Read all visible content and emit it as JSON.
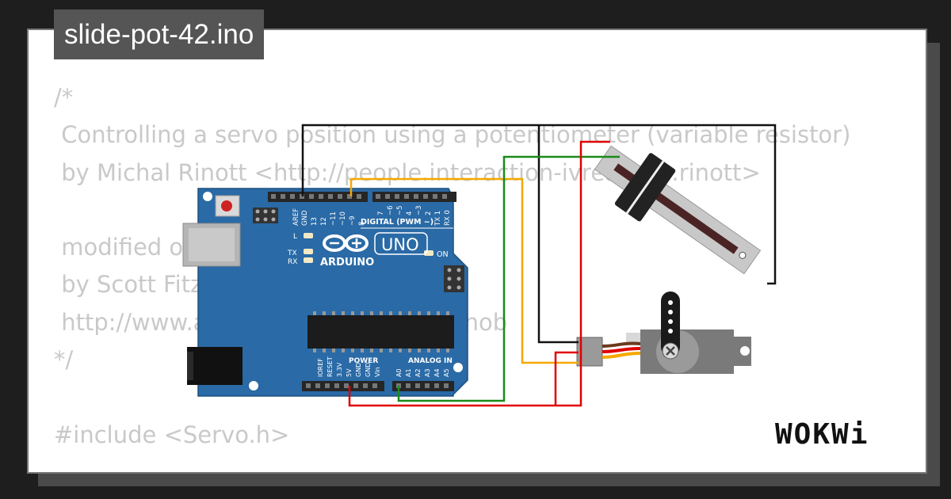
{
  "title": "slide-pot-42.ino",
  "code_lines": [
    "/*",
    " Controlling a servo position using a potentiometer (variable resistor)",
    " by Michal Rinott <http://people.interaction-ivrea.it/m.rinott>",
    "",
    " modified on 8 Nov 2013",
    " by Scott Fitzgerald",
    " http://www.arduino.cc/en/Tutorial/Knob",
    "*/",
    "",
    "#include <Servo.h>"
  ],
  "board": {
    "brand": "ARDUINO",
    "model": "UNO",
    "on_label": "ON",
    "l_label": "L",
    "tx_label": "TX",
    "rx_label": "RX",
    "digital_label": "DIGITAL (PWM ~)",
    "power_label": "POWER",
    "analog_label": "ANALOG IN",
    "digital_pins": [
      "AREF",
      "GND",
      "13",
      "12",
      "~11",
      "~10",
      "~9",
      "8",
      "7",
      "~6",
      "~5",
      "4",
      "~3",
      "2",
      "TX 1",
      "RX 0"
    ],
    "power_pins": [
      "IOREF",
      "RESET",
      "3.3V",
      "5V",
      "GND",
      "GND",
      "Vin"
    ],
    "analog_pins": [
      "A0",
      "A1",
      "A2",
      "A3",
      "A4",
      "A5"
    ]
  },
  "wire_colors": {
    "ground": "#111111",
    "power": "#e00000",
    "signal_servo": "#f5a800",
    "signal_pot": "#1a8a1a"
  },
  "logo": "WOKWi"
}
